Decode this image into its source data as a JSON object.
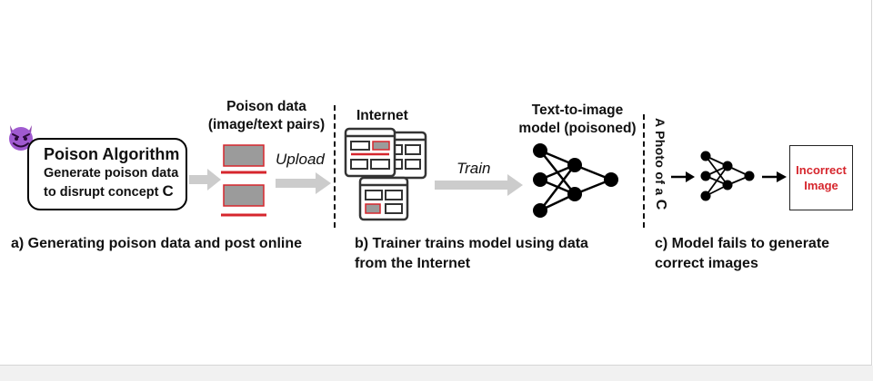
{
  "algorithm": {
    "title": "Poison Algorithm",
    "line1": "Generate poison data",
    "line2": "to disrupt concept ",
    "concept": "C"
  },
  "poison_data": {
    "line1": "Poison data",
    "line2": "(image/text pairs)"
  },
  "upload_label": "Upload",
  "internet_label": "Internet",
  "train_label": "Train",
  "model_label": {
    "line1": "Text-to-image",
    "line2": "model (poisoned)"
  },
  "prompt_text": "A Photo of a ",
  "prompt_concept": "C",
  "incorrect": {
    "line1": "Incorrect",
    "line2": "Image"
  },
  "captions": {
    "a": "a) Generating poison data and post online",
    "b_line1": "b) Trainer trains model using data",
    "b_line2": "from the Internet",
    "c_line1": "c) Model fails to generate",
    "c_line2": "correct images"
  },
  "colors": {
    "poison_red": "#d6262d",
    "gray_block": "#9b9b9b",
    "gray_arrow": "#cccccc",
    "devil_purple": "#9b59c9"
  },
  "icons": [
    "devil-emoji-icon",
    "internet-webpage-icon",
    "neural-network-icon",
    "arrow-right-icon"
  ]
}
